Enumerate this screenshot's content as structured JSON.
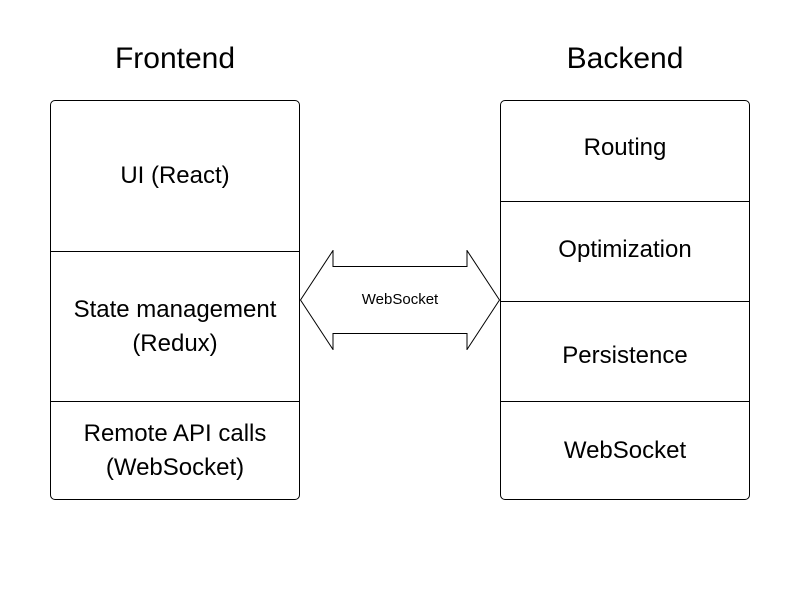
{
  "frontend": {
    "title": "Frontend",
    "layers": [
      {
        "label": "UI (React)"
      },
      {
        "label": "State management\n(Redux)"
      },
      {
        "label": "Remote API calls\n(WebSocket)"
      }
    ]
  },
  "backend": {
    "title": "Backend",
    "layers": [
      {
        "label": "Routing"
      },
      {
        "label": "Optimization"
      },
      {
        "label": "Persistence"
      },
      {
        "label": "WebSocket"
      }
    ]
  },
  "connector": {
    "label": "WebSocket",
    "direction": "bidirectional"
  },
  "colors": {
    "stroke": "#000000",
    "fill": "#ffffff",
    "text": "#000000"
  }
}
